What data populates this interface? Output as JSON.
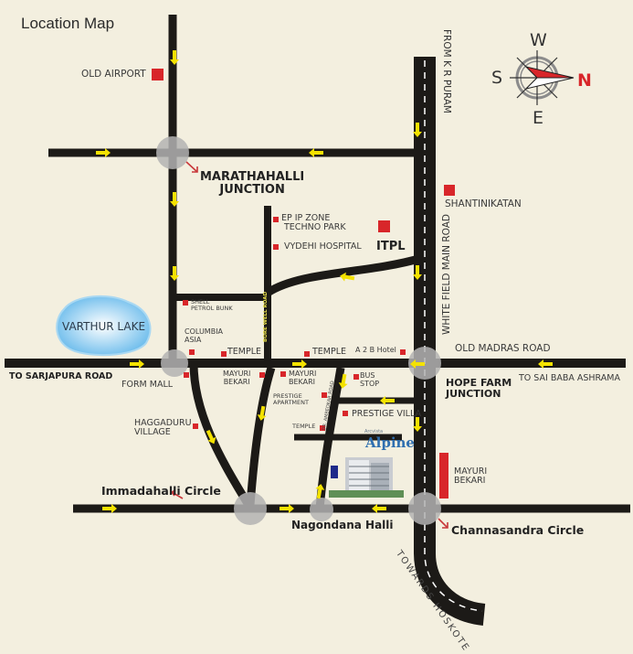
{
  "title": "Location Map",
  "compass": {
    "W": "W",
    "S": "S",
    "E": "E",
    "N": "N",
    "accent": "#d8262a"
  },
  "roads": {
    "from_kr_puram": "FROM K R PURAM",
    "white_field_main_road": "WHITE FIELD MAIN ROAD",
    "bore_well_road": "BORE WELL ROAD",
    "dr_ambedkar_road": "DR. AMBEDKAR ROAD",
    "old_madras_road": "OLD MADRAS ROAD",
    "to_sai_baba_ashrama": "TO SAI BABA ASHRAMA",
    "to_sarjapura_road": "TO SARJAPURA ROAD",
    "towards_hoskote": "TOWARDS HOSKOTE"
  },
  "junctions": {
    "marathahalli": [
      "MARATHAHALLI",
      "JUNCTION"
    ],
    "hope_farm": [
      "HOPE FARM",
      "JUNCTION"
    ],
    "immadahalli": "Immadahalli Circle",
    "nagondana": "Nagondana Halli",
    "channasandra": "Channasandra Circle"
  },
  "landmarks": {
    "old_airport": "OLD AIRPORT",
    "shantinikatan": "SHANTINIKATAN",
    "ep_ip_zone": [
      "EP IP ZONE",
      "TECHNO PARK"
    ],
    "vydehi_hospital": "VYDEHI HOSPITAL",
    "itpl": "ITPL",
    "shell": [
      "SHELL",
      "PETROL BUNK"
    ],
    "varthur_lake": "VARTHUR LAKE",
    "columbia_asia": [
      "COLUMBIA",
      "ASIA"
    ],
    "temple_1": "TEMPLE",
    "temple_2": "TEMPLE",
    "temple_3": "TEMPLE",
    "a2b_hotel": "A 2 B Hotel",
    "form_mall": "FORM MALL",
    "mayuri_bekari_1": [
      "MAYURI",
      "BEKARI"
    ],
    "mayuri_bekari_2": [
      "MAYURI",
      "BEKARI"
    ],
    "mayuri_bekari_3": [
      "MAYURI",
      "BEKARI"
    ],
    "prestige_apartment": [
      "PRESTIGE",
      "APARTMENT"
    ],
    "bus_stop": [
      "BUS",
      "STOP"
    ],
    "prestige_villa": "PRESTIGE VILLA",
    "haggaduru_village": [
      "HAGGADURU",
      "VILLAGE"
    ]
  },
  "project": {
    "brand_small": "Arcvista",
    "brand": "Alpine",
    "color": "#2f6fb0"
  },
  "colors": {
    "background": "#f3efdf",
    "road": "#1c1a17",
    "arrow": "#f4e200",
    "marker": "#d8262a",
    "circle": "#b3b3b3",
    "lake": "#8fcdf0"
  }
}
